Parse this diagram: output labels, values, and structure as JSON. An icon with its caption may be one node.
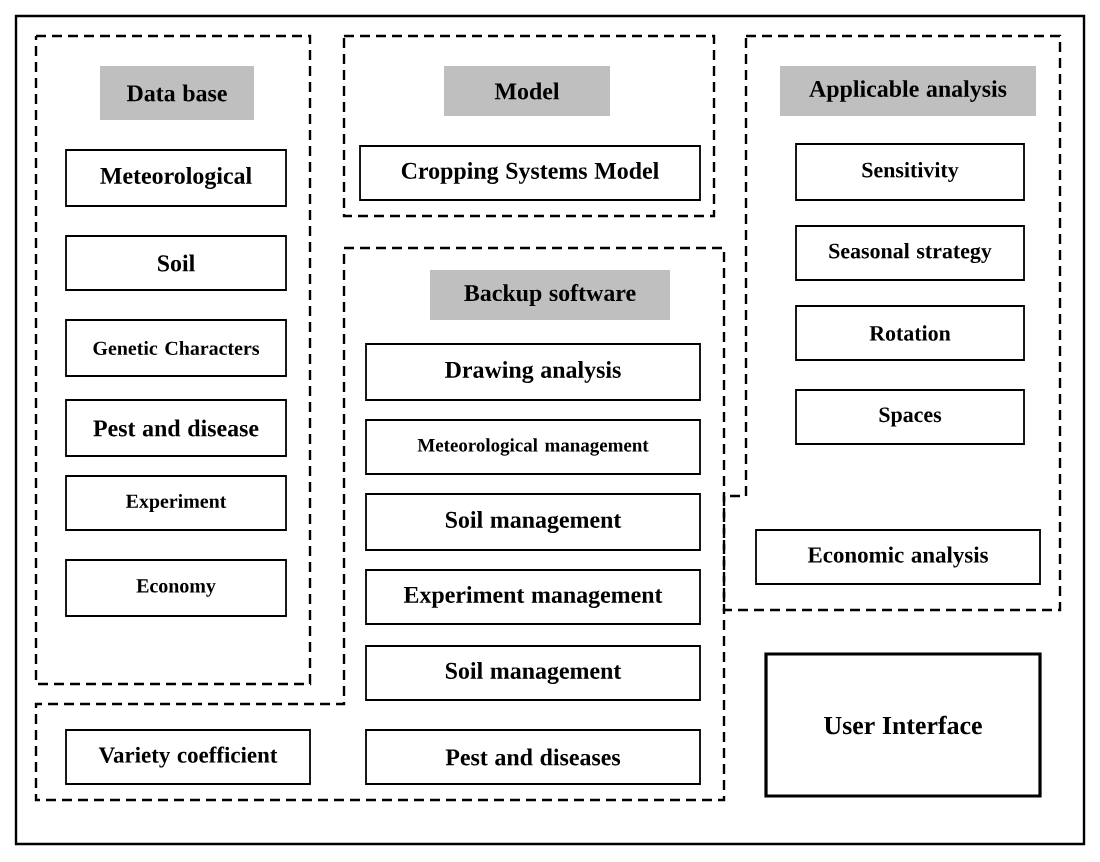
{
  "diagram": {
    "nodes": [
      {
        "text": [
          "Data base"
        ]
      },
      {
        "text": [
          "Meteorological"
        ],
        "in": 0
      },
      {
        "text": [
          "Soil"
        ],
        "in": 0
      },
      {
        "text": [
          "Genetic Characters"
        ],
        "in": 0
      },
      {
        "text": [
          "Pest and disease"
        ],
        "in": 0
      },
      {
        "text": [
          "Experiment"
        ],
        "in": 0
      },
      {
        "text": [
          "Economy"
        ],
        "in": 0
      },
      {
        "text": [
          "Model"
        ]
      },
      {
        "text": [
          "Cropping Systems Model"
        ],
        "in": 7
      },
      {
        "text": [
          "Applicable analysis"
        ]
      },
      {
        "text": [
          "Sensitivity"
        ],
        "in": 9
      },
      {
        "text": [
          "Seasonal strategy"
        ],
        "in": 9
      },
      {
        "text": [
          "Rotation"
        ],
        "in": 9
      },
      {
        "text": [
          "Spaces"
        ],
        "in": 9
      },
      {
        "text": [
          "Economic analysis"
        ],
        "in": 9
      },
      {
        "text": [
          "Backup software"
        ]
      },
      {
        "text": [
          "Drawing analysis"
        ],
        "in": 15
      },
      {
        "text": [
          "Meteorological management"
        ],
        "in": 15
      },
      {
        "text": [
          "Soil management"
        ],
        "in": 15
      },
      {
        "text": [
          "Experiment management"
        ],
        "in": 15
      },
      {
        "text": [
          "Soil management"
        ],
        "in": 15
      },
      {
        "text": [
          "Pest and diseases"
        ],
        "in": 15
      },
      {
        "text": [
          "Variety coefficient"
        ],
        "in": 15
      },
      {
        "text": [
          "User Interface"
        ]
      }
    ]
  }
}
